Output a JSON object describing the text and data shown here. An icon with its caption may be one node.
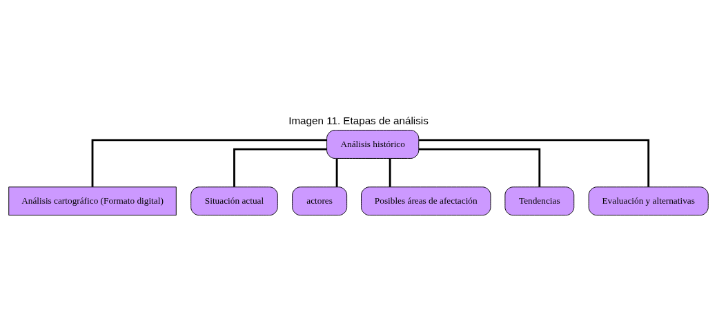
{
  "diagram": {
    "title": "Imagen 11. Etapas de análisis",
    "nodes": [
      {
        "text": [
          "Análisis histórico"
        ]
      },
      {
        "text": [
          "Análisis cartográfico (Formato digital)"
        ]
      },
      {
        "text": [
          "Situación actual"
        ]
      },
      {
        "text": [
          "actores"
        ]
      },
      {
        "text": [
          "Posibles áreas de afectación"
        ]
      },
      {
        "text": [
          "Tendencias"
        ]
      },
      {
        "text": [
          "Evaluación y alternativas"
        ]
      }
    ],
    "edges": [
      {
        "from": 0,
        "to": 1,
        "arrow": "none"
      },
      {
        "from": 0,
        "to": 2,
        "arrow": "none"
      },
      {
        "from": 0,
        "to": 3,
        "arrow": "none"
      },
      {
        "from": 0,
        "to": 4,
        "arrow": "none"
      },
      {
        "from": 0,
        "to": 5,
        "arrow": "none"
      },
      {
        "from": 0,
        "to": 6,
        "arrow": "none"
      }
    ]
  }
}
